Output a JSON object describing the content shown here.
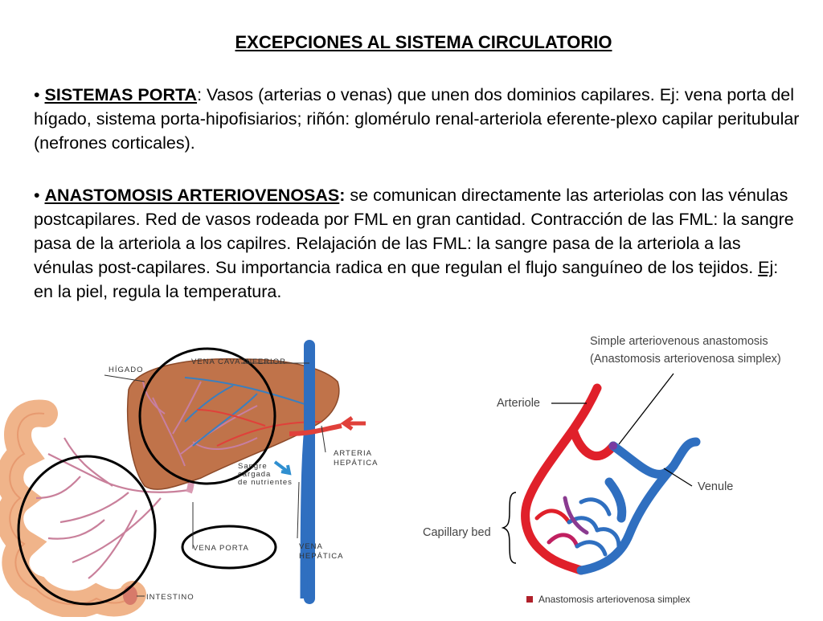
{
  "title": "EXCEPCIONES AL SISTEMA CIRCULATORIO",
  "section1": {
    "bullet": "•",
    "heading": "SISTEMAS PORTA",
    "text": ": Vasos (arterias o venas) que unen dos dominios capilares. Ej: vena porta del hígado, sistema porta-hipofisiarios; riñón: glomérulo renal-arteriola eferente-plexo capilar peritubular (nefrones corticales)."
  },
  "section2": {
    "bullet": "•",
    "heading": "ANASTOMOSIS ARTERIOVENOSAS",
    "colon": ":",
    "text_main": " se comunican directamente las arteriolas con las vénulas postcapilares. Red de vasos rodeada por FML en gran cantidad. Contracción de las FML: la sangre pasa de la arteriola a los capilres. Relajación de las FML: la sangre pasa de la arteriola a las vénulas post-capilares. Su importancia radica en que regulan el flujo sanguíneo de los tejidos. ",
    "ej": "Ej",
    "text_end": ": en la piel, regula la temperatura."
  },
  "liver_figure": {
    "label_higado": "HÍGADO",
    "label_vena_cava": "VENA CAVA INFERIOR",
    "label_arteria_1": "ARTERIA",
    "label_arteria_2": "HEPÁTICA",
    "label_sangre_1": "Sangre",
    "label_sangre_2": "cargada",
    "label_sangre_3": "de nutrientes",
    "label_vena_porta": "VENA PORTA",
    "label_vena_hep_1": "VENA",
    "label_vena_hep_2": "HEPÁTICA",
    "label_intestino": "INTESTINO"
  },
  "ava_figure": {
    "title_1": "Simple arteriovenous anastomosis",
    "title_2": "(Anastomosis arteriovenosa simplex)",
    "label_arteriole": "Arteriole",
    "label_venule": "Venule",
    "label_capillary_bed": "Capillary bed",
    "caption": "Anastomosis arteriovenosa simplex",
    "colors": {
      "artery": "#e0202a",
      "vein": "#2f6fc0",
      "caption_square": "#b0202a"
    }
  }
}
